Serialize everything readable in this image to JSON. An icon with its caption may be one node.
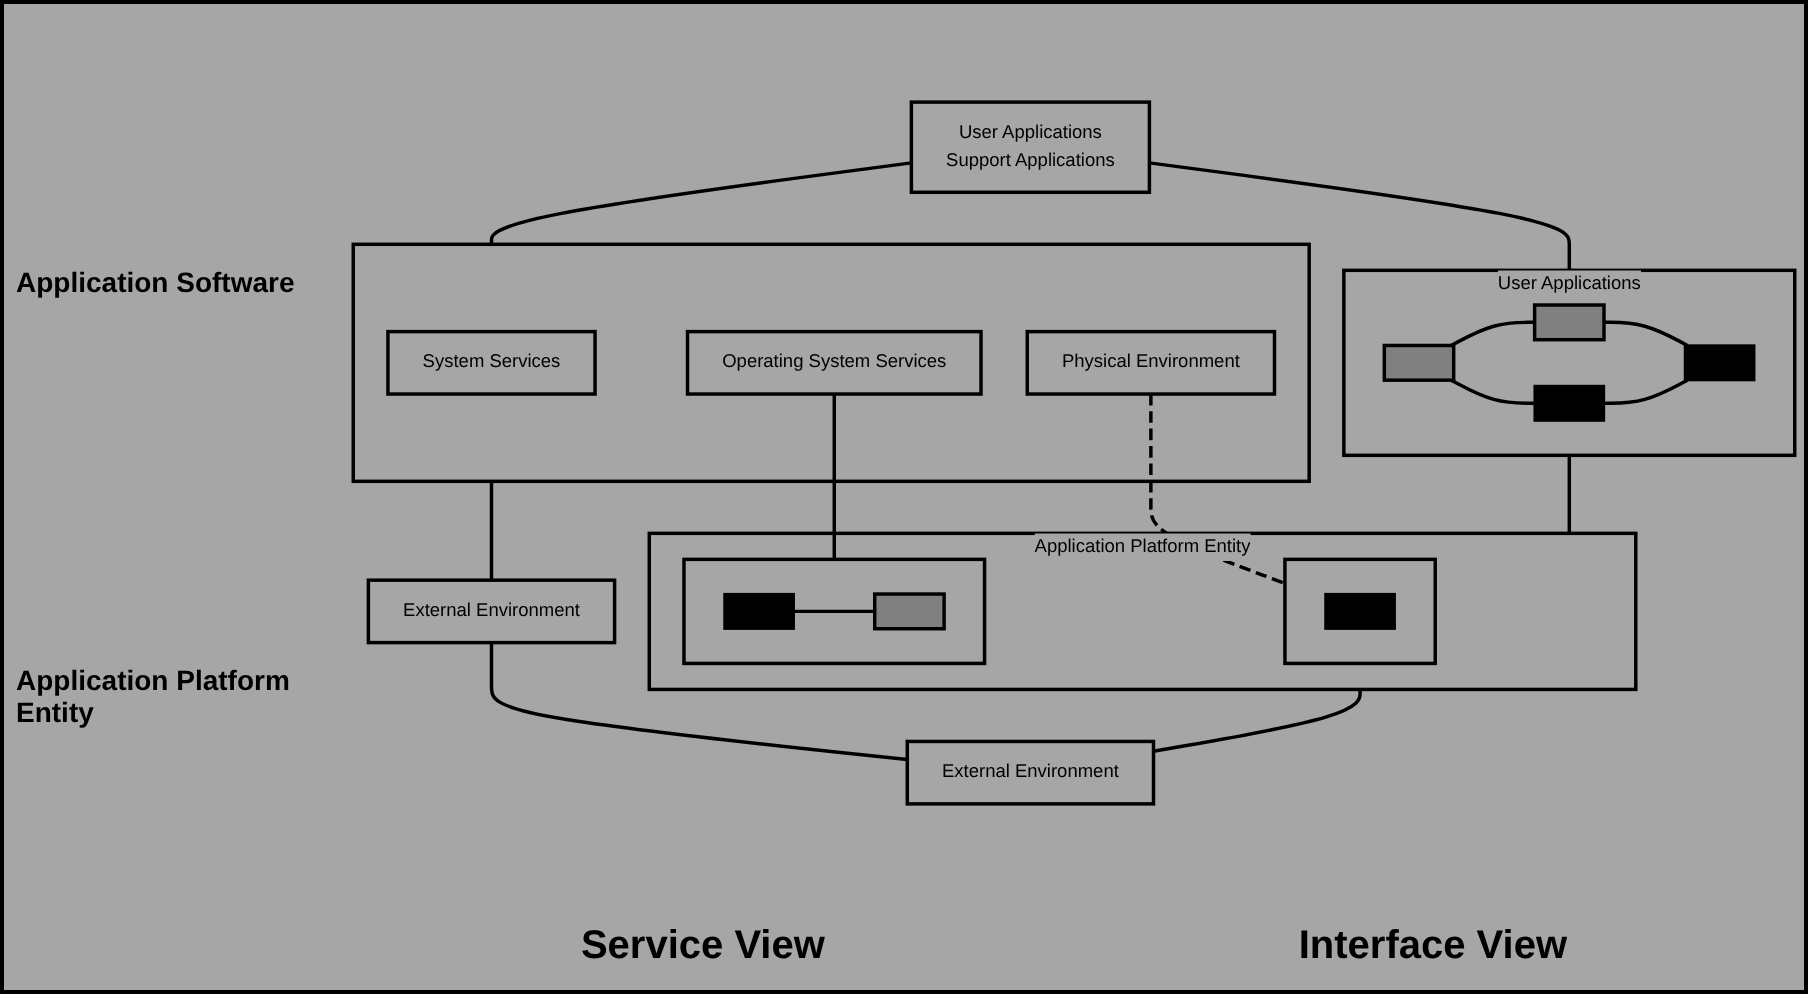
{
  "diagram": {
    "nodes": [
      {
        "text": [
          "User Applications",
          "Support Applications"
        ]
      },
      {
        "text": [
          "User Applications"
        ]
      },
      {
        "text": [],
        "shape": "bar",
        "in": 1
      },
      {
        "text": [],
        "shape": "bar",
        "in": 1
      },
      {
        "text": [],
        "shape": "bar",
        "in": 1
      },
      {
        "text": [],
        "shape": "bar",
        "in": 1
      },
      {
        "text": [],
        "shape": "box"
      },
      {
        "text": [
          "System Services"
        ],
        "in": 6
      },
      {
        "text": [
          "Operating System Services"
        ],
        "in": 6
      },
      {
        "text": [
          "Physical Environment"
        ],
        "in": 6
      },
      {
        "text": [
          "Application Platform Entity"
        ]
      },
      {
        "text": [],
        "shape": "box",
        "in": 10
      },
      {
        "text": [],
        "shape": "box",
        "in": 10
      },
      {
        "text": [],
        "shape": "bar",
        "in": 11
      },
      {
        "text": [],
        "shape": "bar",
        "in": 11
      },
      {
        "text": [],
        "shape": "bar",
        "in": 12
      },
      {
        "text": [
          "External Environment"
        ]
      },
      {
        "text": [
          "External Environment"
        ]
      }
    ],
    "edges": [
      {
        "from": 0,
        "to": 1,
        "arrow": "none"
      },
      {
        "from": 2,
        "to": 3,
        "arrow": "none"
      },
      {
        "from": 2,
        "to": 4,
        "arrow": "none"
      },
      {
        "from": 3,
        "to": 5,
        "arrow": "none"
      },
      {
        "from": 4,
        "to": 5,
        "arrow": "none"
      },
      {
        "from": 0,
        "to": 6,
        "arrow": "none"
      },
      {
        "from": 1,
        "to": 10,
        "arrow": "none"
      },
      {
        "from": 8,
        "to": 11,
        "arrow": "none"
      },
      {
        "from": 9,
        "to": 12,
        "arrow": "none",
        "style": "dashed"
      },
      {
        "from": 13,
        "to": 14,
        "arrow": "none"
      },
      {
        "from": 6,
        "to": 16,
        "arrow": "none"
      },
      {
        "from": 10,
        "to": 17,
        "arrow": "none"
      },
      {
        "from": 16,
        "to": 17,
        "arrow": "none"
      }
    ],
    "labels": [
      "Application Software",
      "Application Platform Entity",
      "Service View",
      "Interface View"
    ]
  }
}
